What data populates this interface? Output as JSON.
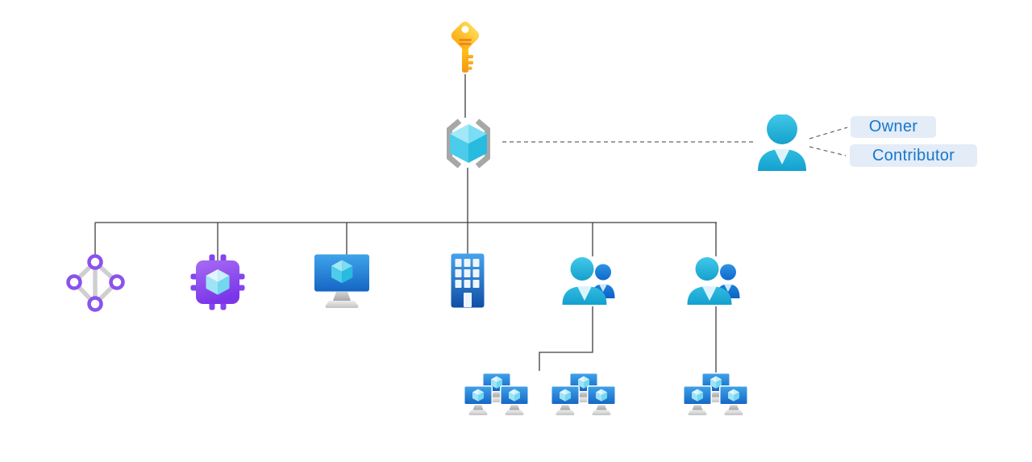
{
  "labels": {
    "owner": "Owner",
    "contributor": "Contributor"
  },
  "colors": {
    "background": "#ffffff",
    "connector": "#3e3e3e",
    "dashed_connector": "#666666",
    "role_chip_bg": "#e3ecf7",
    "role_chip_text": "#1777cb",
    "key_gold": "#fcb116",
    "cube_cyan": "#4accea",
    "bracket_gray": "#a7a7a7",
    "person_teal": "#23b2da",
    "secondary_person_blue": "#1170d2",
    "graph_node_purple": "#8a52ee",
    "graph_edge_gray": "#cfcfcf",
    "chip_purple": "#8345ee",
    "vm_screen_blue": "#2a8cdc",
    "building_blue": "#2d8ede"
  },
  "icons": [
    "key-icon",
    "resource-cube-icon",
    "user-icon",
    "network-graph-icon",
    "chip-cube-icon",
    "vm-monitor-icon",
    "building-icon",
    "users-group-icon-1",
    "users-group-icon-2",
    "vm-cluster-icon-1",
    "vm-cluster-icon-2",
    "vm-cluster-icon-3"
  ]
}
